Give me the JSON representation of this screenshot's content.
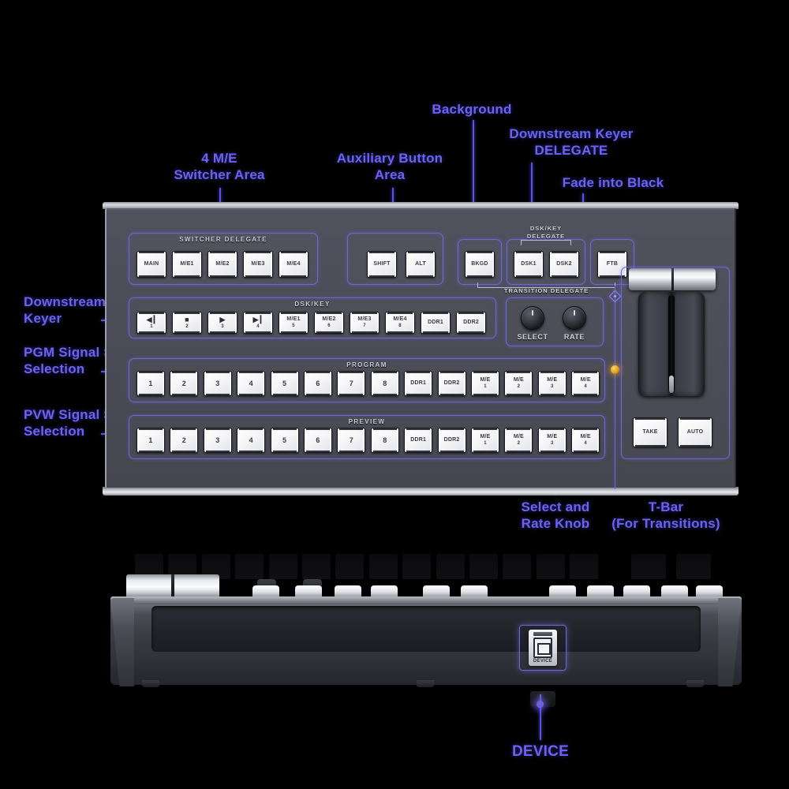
{
  "annotations": {
    "me_switcher": "4 M/E\nSwitcher Area",
    "aux_button": "Auxiliary Button\nArea",
    "background": "Background",
    "dsk_delegate": "Downstream Keyer\nDELEGATE",
    "fade_black": "Fade into Black",
    "downstream_keyer": "Downstream\nKeyer",
    "pgm_source": "PGM Signal Source\nSelection",
    "pvw_source": "PVW Signal Source\nSelection",
    "select_rate": "Select and\nRate Knob",
    "tbar": "T-Bar\n(For Transitions)",
    "device": "DEVICE"
  },
  "panel": {
    "switcher_delegate": {
      "title": "SWITCHER DELEGATE",
      "buttons": [
        "MAIN",
        "M/E1",
        "M/E2",
        "M/E3",
        "M/E4"
      ]
    },
    "aux": {
      "buttons": [
        "SHIFT",
        "ALT"
      ]
    },
    "transition": {
      "dsk_key_delegate_title": "DSK/KEY\nDELEGATE",
      "transition_delegate_title": "TRANSITION  DELEGATE",
      "buttons": [
        "BKGD",
        "DSK1",
        "DSK2",
        "FTB"
      ]
    },
    "dsk_key": {
      "title": "DSK/KEY",
      "buttons": [
        {
          "glyph": "skip-back-icon",
          "sym": "◀┃",
          "l2": "1"
        },
        {
          "glyph": "stop-icon",
          "sym": "■",
          "l2": "2"
        },
        {
          "glyph": "play-icon",
          "sym": "▶",
          "l2": "3"
        },
        {
          "glyph": "skip-forward-icon",
          "sym": "▶┃",
          "l2": "4"
        },
        {
          "l1": "M/E1",
          "l2": "5"
        },
        {
          "l1": "M/E2",
          "l2": "6"
        },
        {
          "l1": "M/E3",
          "l2": "7"
        },
        {
          "l1": "M/E4",
          "l2": "8"
        },
        {
          "l1": "DDR1",
          "l2": ""
        },
        {
          "l1": "DDR2",
          "l2": ""
        }
      ]
    },
    "program": {
      "title": "PROGRAM",
      "buttons": [
        {
          "l1": "1"
        },
        {
          "l1": "2"
        },
        {
          "l1": "3"
        },
        {
          "l1": "4"
        },
        {
          "l1": "5"
        },
        {
          "l1": "6"
        },
        {
          "l1": "7"
        },
        {
          "l1": "8"
        },
        {
          "l1": "DDR1"
        },
        {
          "l1": "DDR2"
        },
        {
          "l1": "M/E",
          "l2": "1"
        },
        {
          "l1": "M/E",
          "l2": "2"
        },
        {
          "l1": "M/E",
          "l2": "3"
        },
        {
          "l1": "M/E",
          "l2": "4"
        }
      ]
    },
    "preview": {
      "title": "PREVIEW",
      "buttons": [
        {
          "l1": "1"
        },
        {
          "l1": "2"
        },
        {
          "l1": "3"
        },
        {
          "l1": "4"
        },
        {
          "l1": "5"
        },
        {
          "l1": "6"
        },
        {
          "l1": "7"
        },
        {
          "l1": "8"
        },
        {
          "l1": "DDR1"
        },
        {
          "l1": "DDR2"
        },
        {
          "l1": "M/E",
          "l2": "1"
        },
        {
          "l1": "M/E",
          "l2": "2"
        },
        {
          "l1": "M/E",
          "l2": "3"
        },
        {
          "l1": "M/E",
          "l2": "4"
        }
      ]
    },
    "knobs": [
      {
        "label": "SELECT"
      },
      {
        "label": "RATE"
      }
    ],
    "transition_buttons": [
      "TAKE",
      "AUTO"
    ],
    "device_port_label": "DEVICE"
  },
  "colors": {
    "annotation": "#6b63f0",
    "panel_face": "#4c4c58",
    "group_border": "#6e66d8",
    "button_face": "#ffffff",
    "amber_indicator": "#e09b14"
  }
}
